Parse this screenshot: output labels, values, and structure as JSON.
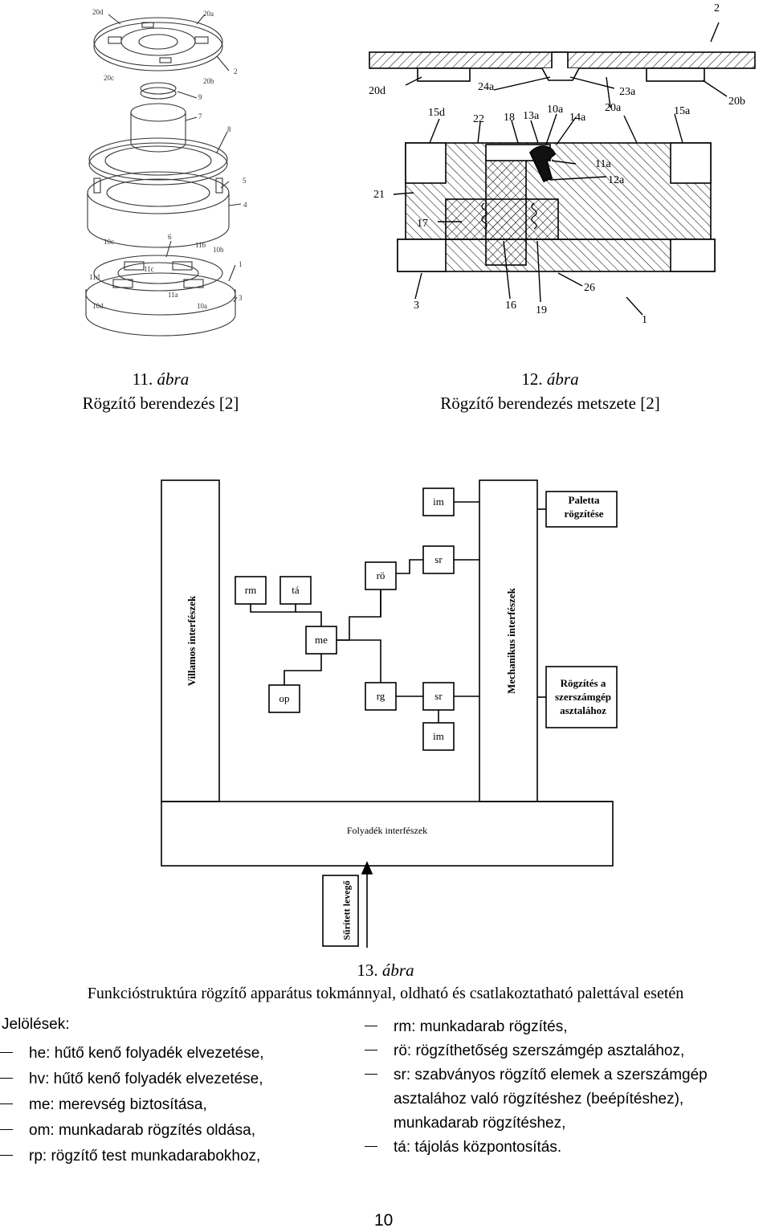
{
  "figure11": {
    "number": "11.",
    "word": "ábra",
    "caption": "Rögzítő berendezés [2]",
    "labels": [
      "20d",
      "20a",
      "20c",
      "20b",
      "2",
      "9",
      "7",
      "8",
      "5",
      "4",
      "6",
      "1",
      "10c",
      "11b",
      "10b",
      "11c",
      "11d",
      "11a",
      "10d",
      "10a",
      "3"
    ]
  },
  "figure12": {
    "number": "12.",
    "word": "ábra",
    "caption": "Rögzítő berendezés metszete [2]",
    "labels": [
      "2",
      "20d",
      "24a",
      "23a",
      "20a",
      "20b",
      "15d",
      "22",
      "18",
      "13a",
      "10a",
      "14a",
      "15a",
      "11a",
      "12a",
      "21",
      "17",
      "16",
      "19",
      "26",
      "3",
      "1"
    ]
  },
  "figure13": {
    "number": "13.",
    "word": "ábra",
    "caption": "Funkcióstruktúra rögzítő apparátus tokmánnyal, oldható és csatlakoztatható palettával esetén",
    "villamos": "Villamos interfészek",
    "mechanikus": "Mechanikus interfészek",
    "folyadek": "Folyadék interfészek",
    "surített": "Sűrített levegő",
    "paletta": "Paletta rögzítése",
    "rogzites_asztal": "Rögzítés a szerszámgép asztalához",
    "boxes": {
      "im_top": "im",
      "sr_top": "sr",
      "ro": "rö",
      "rm": "rm",
      "ta": "tá",
      "me": "me",
      "op": "op",
      "rg": "rg",
      "sr_bottom": "sr",
      "im_bottom": "im"
    }
  },
  "legend": {
    "title": "Jelölések:",
    "left": [
      "he: hűtő kenő folyadék elvezetése,",
      "hv: hűtő kenő folyadék elvezetése,",
      "me: merevség biztosítása,",
      "om: munkadarab rögzítés oldása,",
      "rp: rögzítő test munkadarabokhoz,"
    ],
    "right": [
      "rm: munkadarab rögzítés,",
      "rö: rögzíthetőség szerszámgép asztalához,",
      "sr: szabványos rögzítő elemek a szerszámgép",
      "asztalához való rögzítéshez (beépítéshez),",
      "munkadarab rögzítéshez,",
      "tá: tájolás központosítás."
    ]
  },
  "page_number": "10"
}
